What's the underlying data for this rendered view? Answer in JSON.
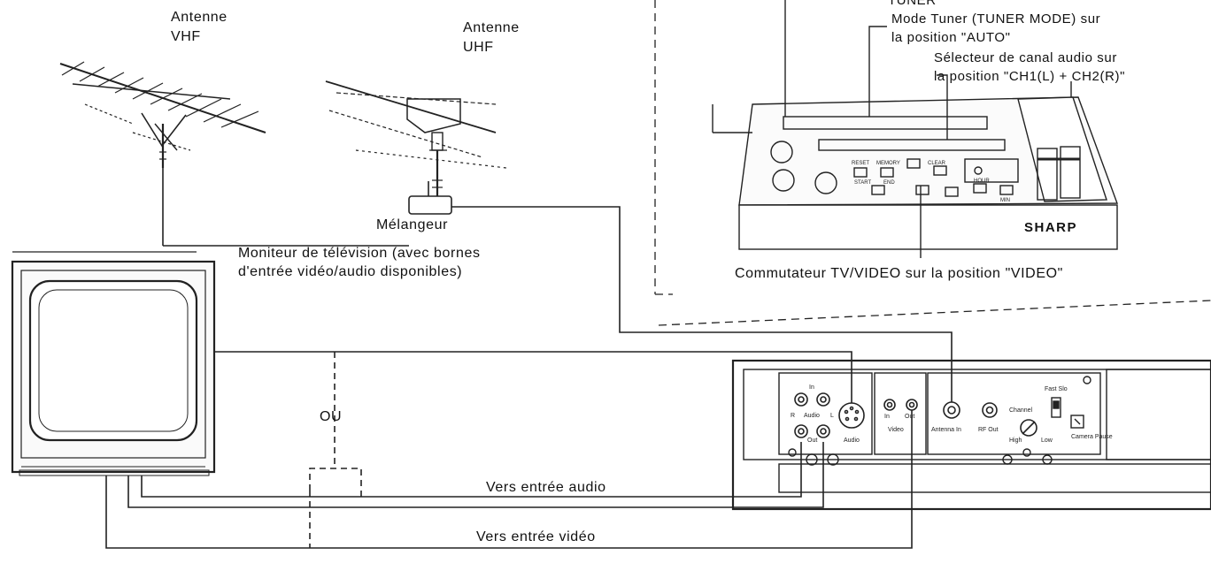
{
  "labels": {
    "antenna_vhf_1": "Antenne",
    "antenna_vhf_2": "VHF",
    "antenna_uhf_1": "Antenne",
    "antenna_uhf_2": "UHF",
    "mixer": "Mélangeur",
    "monitor_1": "Moniteur de télévision (avec bornes",
    "monitor_2": "d'entrée vidéo/audio disponibles)",
    "or": "OU",
    "to_audio_input": "Vers entrée audio",
    "to_video_input": "Vers entrée vidéo",
    "inset_tuner_cut": "TUNER",
    "inset_tuner_mode_1": "Mode Tuner (TUNER MODE) sur",
    "inset_tuner_mode_2": "la position \"AUTO\"",
    "inset_audio_sel_1": "Sélecteur de canal audio sur",
    "inset_audio_sel_2": "la position \"CH1(L) + CH2(R)\"",
    "inset_tvvideo": "Commutateur TV/VIDEO sur la position \"VIDEO\""
  },
  "brand": "SHARP",
  "panel": {
    "audio_group": "Audio",
    "audio_in": "In",
    "audio_out": "Out",
    "audio_r": "R",
    "audio_l": "L",
    "audio_din": "Audio",
    "video_group": "Video",
    "video_in": "In",
    "video_out": "Out",
    "antenna_in": "Antenna In",
    "rf_out": "RF Out",
    "channel": "Channel",
    "high": "High",
    "low": "Low",
    "fast_slo": "Fast Slo",
    "camera_pause": "Camera Pause"
  },
  "inset_buttons": {
    "reset": "RESET",
    "memory": "MEMORY",
    "clear": "CLEAR",
    "start": "START",
    "end": "END",
    "hour": "HOUR",
    "min": "MIN"
  }
}
